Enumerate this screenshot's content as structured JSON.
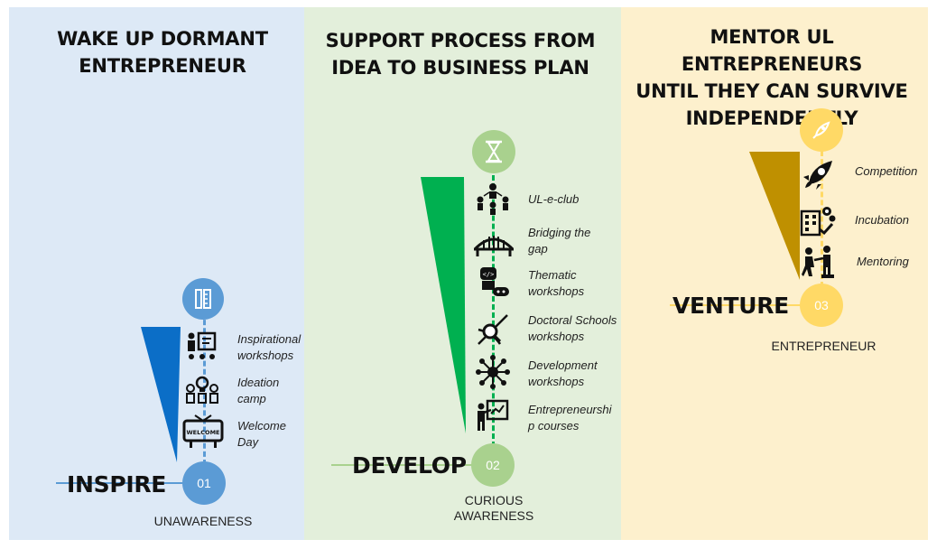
{
  "columns": [
    {
      "heading": "WAKE UP DORMANT\nENTREPRENEUR",
      "stage": "INSPIRE",
      "number": "01",
      "level": "UNAWARENESS",
      "items": [
        {
          "icon": "presentation-icon",
          "label": "Inspirational\nworkshops"
        },
        {
          "icon": "idea-team-icon",
          "label": "Ideation\ncamp"
        },
        {
          "icon": "welcome-sign-icon",
          "label": "Welcome\nDay",
          "sign_text": "WELCOME"
        }
      ],
      "top_icon": "ruler-pencil-icon",
      "color": "#5b9bd5",
      "wedge_color": "#0b6ec7"
    },
    {
      "heading": "SUPPORT PROCESS FROM\nIDEA TO BUSINESS PLAN",
      "stage": "DEVELOP",
      "number": "02",
      "level": "CURIOUS\nAWARENESS",
      "items": [
        {
          "icon": "network-people-icon",
          "label": "UL-e-club"
        },
        {
          "icon": "bridge-icon",
          "label": "Bridging the\ngap"
        },
        {
          "icon": "robot-code-icon",
          "label": "Thematic\nworkshops"
        },
        {
          "icon": "dna-search-icon",
          "label": "Doctoral Schools\nworkshops"
        },
        {
          "icon": "hub-icon",
          "label": "Development\nworkshops"
        },
        {
          "icon": "teacher-board-icon",
          "label": "Entrepreneurshi\np courses"
        }
      ],
      "top_icon": "hourglass-icon",
      "color": "#a9d18e",
      "wedge_color": "#00b050"
    },
    {
      "heading": "MENTOR UL ENTREPRENEURS\nUNTIL THEY CAN SURVIVE\nINDEPENDENTLY",
      "stage": "VENTURE",
      "number": "03",
      "level": "ENTREPRENEUR",
      "items": [
        {
          "icon": "rocket-launch-icon",
          "label": "Competition"
        },
        {
          "icon": "building-gear-icon",
          "label": "Incubation"
        },
        {
          "icon": "mentoring-icon",
          "label": "Mentoring"
        }
      ],
      "top_icon": "rocket-icon",
      "color": "#ffd966",
      "wedge_color": "#bf9000"
    }
  ]
}
